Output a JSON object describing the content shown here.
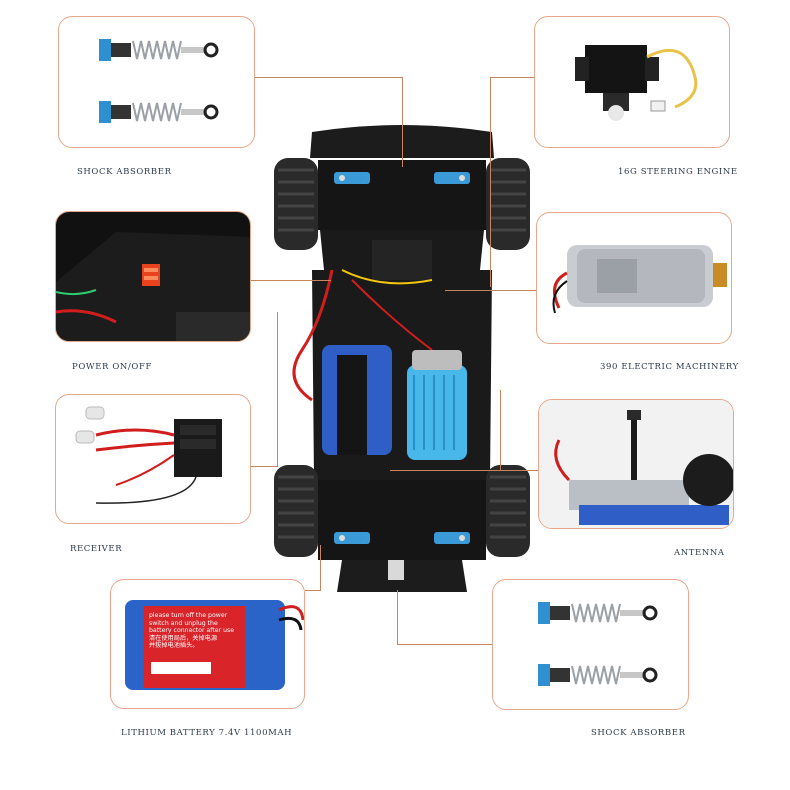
{
  "labels": {
    "shock_top": "SHOCK ABSORBER",
    "steering": "16G STEERING ENGINE",
    "power": "POWER ON/OFF",
    "motor": "390 ELECTRIC MACHINERY",
    "receiver": "RECEIVER",
    "antenna": "ANTENNA",
    "battery": "LITHIUM BATTERY 7.4V 1100MAH",
    "shock_bottom": "SHOCK ABSORBER"
  },
  "battery_label": {
    "line1": "please turn off the power",
    "line2": "switch and unplug the",
    "line3": "battery connector after use",
    "line4": "清在使用局后，关掉电源",
    "line5": "并拔掉电池插头。"
  },
  "colors": {
    "frame": "#e9a78a",
    "lead_line": "#c8845f",
    "label_text": "#2c3a4a",
    "shock_blue": "#2f8fd0",
    "battery_blue": "#2a64c8",
    "battery_red": "#d9242a",
    "chassis": "#1a1a1a"
  }
}
